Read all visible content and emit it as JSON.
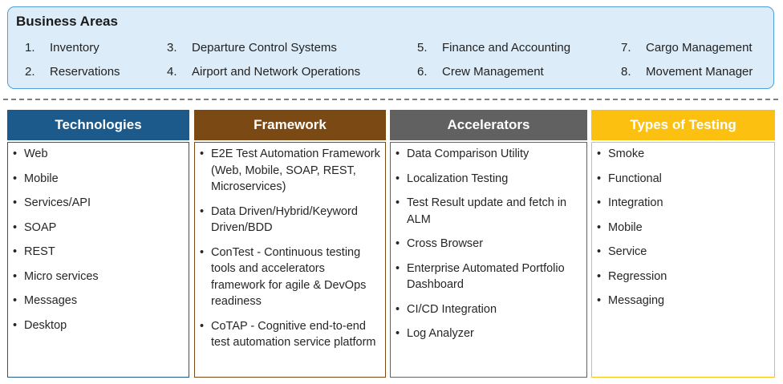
{
  "business_areas": {
    "title": "Business Areas",
    "items": [
      {
        "num": "1.",
        "label": "Inventory"
      },
      {
        "num": "2.",
        "label": "Reservations"
      },
      {
        "num": "3.",
        "label": "Departure Control Systems"
      },
      {
        "num": "4.",
        "label": "Airport and Network Operations"
      },
      {
        "num": "5.",
        "label": "Finance and Accounting"
      },
      {
        "num": "6.",
        "label": "Crew Management"
      },
      {
        "num": "7.",
        "label": "Cargo Management"
      },
      {
        "num": "8.",
        "label": "Movement Manager"
      }
    ]
  },
  "columns": [
    {
      "title": "Technologies",
      "color": "#1d5a8c",
      "items": [
        "Web",
        "Mobile",
        "Services/API",
        "SOAP",
        "REST",
        "Micro services",
        "Messages",
        "Desktop"
      ]
    },
    {
      "title": "Framework",
      "color": "#7b4a14",
      "items": [
        "E2E Test Automation Framework (Web, Mobile, SOAP, REST, Microservices)",
        "Data Driven/Hybrid/Keyword Driven/BDD",
        "ConTest - Continuous testing tools and accelerators framework for agile & DevOps readiness",
        "CoTAP - Cognitive end-to-end test automation service platform"
      ]
    },
    {
      "title": "Accelerators",
      "color": "#616161",
      "items": [
        "Data Comparison Utility",
        "Localization Testing",
        "Test Result update and fetch in ALM",
        "Cross Browser",
        "Enterprise Automated Portfolio Dashboard",
        "CI/CD Integration",
        "Log Analyzer"
      ]
    },
    {
      "title": "Types of Testing",
      "color": "#fcc010",
      "items": [
        "Smoke",
        "Functional",
        "Integration",
        "Mobile",
        "Service",
        "Regression",
        "Messaging"
      ]
    }
  ]
}
